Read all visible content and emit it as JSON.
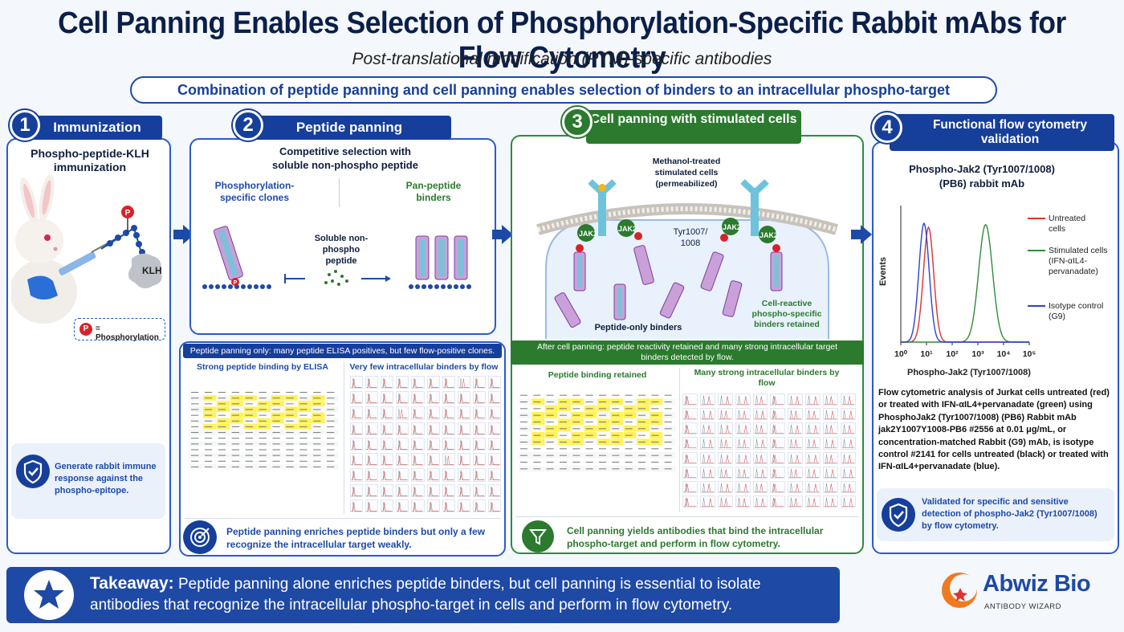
{
  "header": {
    "title": "Cell Panning Enables Selection of Phosphorylation-Specific Rabbit mAbs for Flow Cytometry",
    "subtitle": "Post-translational modification (PTM)-specific antibodies",
    "banner": "Combination of peptide panning and cell panning enables selection of binders to an intracellular phospho-target"
  },
  "step1": {
    "number": "1",
    "label": "Immunization",
    "heading": "Phospho-peptide-KLH immunization",
    "klh": "KLH",
    "p": "P",
    "legend": "= Phosphorylation",
    "note": "Generate rabbit immune response against the phospho-epitope."
  },
  "step2": {
    "number": "2",
    "label": "Peptide panning",
    "heading": "Competitive selection with soluble non-phospho peptide",
    "left_label": "Phosphorylation-specific clones",
    "right_label": "Pan-peptide binders",
    "soluble": "Soluble non-phospho peptide",
    "result_bar": "Peptide panning only: many peptide ELISA positives, but few flow-positive clones.",
    "elisa_title": "Strong peptide binding by ELISA",
    "flow_title": "Very few intracellular binders by flow",
    "note": "Peptide panning enriches peptide binders but only a few recognize the intracellular target weakly."
  },
  "step3": {
    "number": "3",
    "label": "Cell panning with stimulated cells",
    "cells_label": "Methanol-treated stimulated cells (permeabilized)",
    "jak2": "JAK2",
    "tyr": "Tyr1007/ 1008",
    "peptide_only": "Peptide-only binders",
    "retained": "Cell-reactive phospho-specific binders retained",
    "result_bar": "After cell panning: peptide reactivity retained and many strong intracellular target binders detected by flow.",
    "elisa_title": "Peptide binding retained",
    "flow_title": "Many strong intracellular binders by flow",
    "note": "Cell panning yields antibodies that bind the intracellular phospho-target and perform in flow cytometry."
  },
  "step4": {
    "number": "4",
    "label": "Functional flow cytometry validation",
    "antibody": "Phospho-Jak2 (Tyr1007/1008) (PB6) rabbit mAb",
    "description": "Flow cytometric analysis of Jurkat cells untreated (red) or treated with IFN-αIL4+pervanadate (green) using PhosphoJak2 (Tyr1007/1008) (PB6) Rabbit mAb jak2Y1007Y1008-PB6 #2556 at 0.01 μg/mL, or concentration-matched Rabbit (G9) mAb, is isotype control #2141 for cells untreated (black) or treated with IFN-αIL4+pervanadate (blue).",
    "note": "Validated for specific and sensitive detection of phospho-Jak2 (Tyr1007/1008) by flow cytometry."
  },
  "chart_data": {
    "type": "line",
    "title": "",
    "xlabel": "Phospho-Jak2 (Tyr1007/1008)",
    "ylabel": "Events",
    "x_scale": "log",
    "xlim": [
      1,
      100000
    ],
    "x_ticks": [
      "10⁰",
      "10¹",
      "10²",
      "10³",
      "10⁴",
      "10⁵"
    ],
    "legend_position": "right",
    "series": [
      {
        "name": "Untreated cells",
        "color": "#e0312b",
        "peak_x": 12,
        "peak_y": 0.84,
        "log_sd": 0.2
      },
      {
        "name": "Stimulated cells (IFN-αIL4-pervanadate)",
        "color": "#2e8b3c",
        "peak_x": 2000,
        "peak_y": 0.86,
        "log_sd": 0.27
      },
      {
        "name": "Isotype control (G9)",
        "color": "#2a43d6",
        "peak_x": 8,
        "peak_y": 0.87,
        "log_sd": 0.2
      }
    ]
  },
  "takeaway": {
    "label": "Takeaway:",
    "text": "Peptide panning alone enriches peptide binders, but cell panning is essential to isolate antibodies that recognize the intracellular phospho-target in cells and perform in flow cytometry."
  },
  "brand": {
    "name": "Abwiz Bio",
    "tagline": "ANTIBODY WIZARD"
  },
  "colors": {
    "primary_blue": "#1d4aa8",
    "dark_navy": "#0b1f4a",
    "green": "#2b7a2e",
    "highlight_yellow": "#fff25a"
  }
}
